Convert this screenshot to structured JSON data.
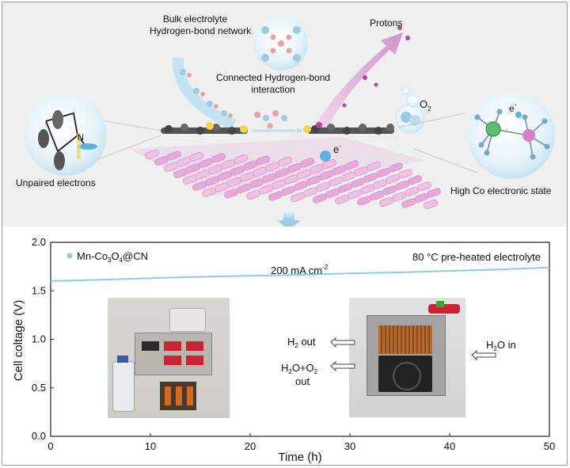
{
  "schematic": {
    "bulk_label_line1": "Bulk electrolyte",
    "bulk_label_line2": "Hydrogen-bond network",
    "connected_label_line1": "Connected Hydrogen-bond",
    "connected_label_line2": "interaction",
    "protons_label": "Protons",
    "o2_label": "O",
    "o2_sub": "2",
    "electron_label": "e",
    "electron_sup": "-",
    "unpaired_label": "Unpaired electrons",
    "n_label": "N",
    "high_co_label": "High Co electronic state"
  },
  "chart_data": {
    "type": "line",
    "series": [
      {
        "name": "Mn-Co3O4@CN",
        "x": [
          0,
          5,
          10,
          15,
          20,
          25,
          30,
          35,
          40,
          45,
          50
        ],
        "y": [
          1.6,
          1.615,
          1.63,
          1.645,
          1.655,
          1.665,
          1.68,
          1.69,
          1.705,
          1.72,
          1.74
        ]
      }
    ],
    "xlabel": "Time (h)",
    "ylabel": "Cell coltage (V)",
    "xlim": [
      0,
      50
    ],
    "ylim": [
      0.0,
      2.0
    ],
    "xticks": [
      "0",
      "10",
      "20",
      "30",
      "40",
      "50"
    ],
    "yticks": [
      "0.0",
      "0.5",
      "1.0",
      "1.5",
      "2.0"
    ],
    "legend_position": "top-left",
    "line_color": "#8ecbe4",
    "annotations": {
      "heated": "80 °C pre-heated electrolyte",
      "current": "200 mA cm",
      "current_sup": "-2"
    }
  },
  "legend": {
    "prefix": "Mn-Co",
    "sub1": "3",
    "mid": "O",
    "sub2": "4",
    "suffix": "@CN"
  },
  "labels": {
    "h2_out": "H",
    "h2_out_sub": "2",
    "h2_out_suffix": " out",
    "h2o_o2": "H",
    "h2o_o2_sub1": "2",
    "h2o_o2_mid": "O+O",
    "h2o_o2_sub2": "2",
    "out": "out",
    "h2o_in": "H",
    "h2o_in_sub": "2",
    "h2o_in_suffix": "O in"
  },
  "colors": {
    "pink": "#e8a8d8",
    "pink_dark": "#c98cc8",
    "cyan": "#8ecbe4",
    "arrow": "#b9dcf0",
    "proton": "#b4469e"
  }
}
